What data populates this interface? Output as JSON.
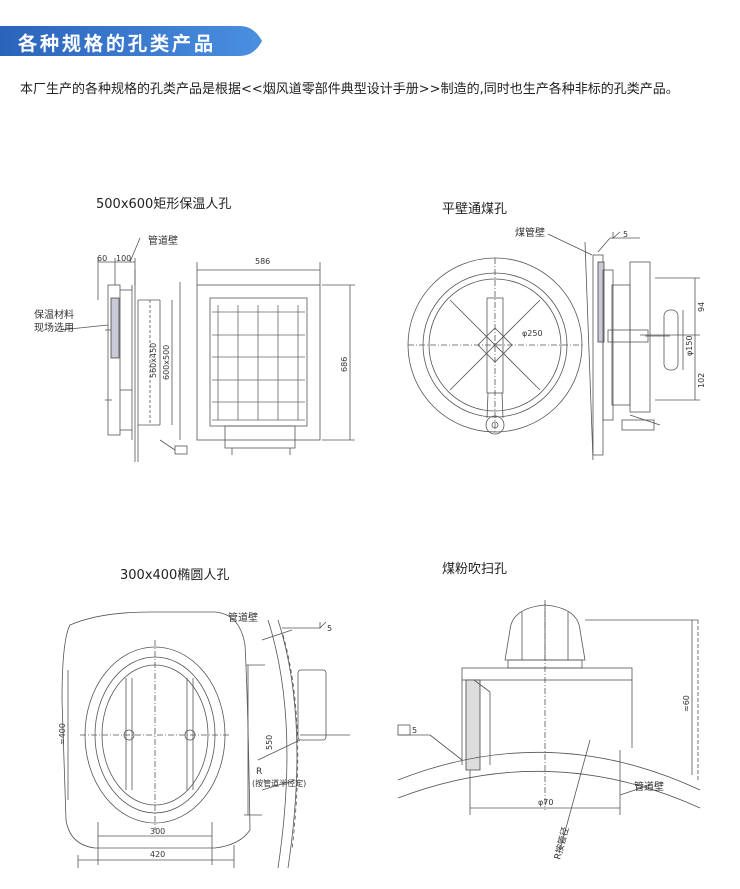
{
  "header": {
    "title": "各种规格的孔类产品",
    "bg_color": "#2f6fc4"
  },
  "intro": {
    "text": "本厂生产的各种规格的孔类产品是根据<<烟风道零部件典型设计手册>>制造的,同时也生产各种非标的孔类产品。"
  },
  "fig1": {
    "caption": "500x600矩形保温人孔",
    "wall_label": "管道壁",
    "insulation_label1": "保温材料",
    "insulation_label2": "现场选用",
    "d_60": "60",
    "d_100": "100",
    "d_586": "586",
    "d_686": "686",
    "d_560x450": "560x450",
    "d_600x500": "600x500"
  },
  "fig2": {
    "caption": "平壁通煤孔",
    "wall_label": "煤管壁",
    "weld": "5",
    "d_250": "φ250",
    "d_150": "φ150",
    "d_94": "94",
    "d_102": "102"
  },
  "fig3": {
    "caption": "300x400椭圆人孔",
    "wall_label": "管道壁",
    "weld": "5",
    "d_400": "≈400",
    "d_550": "550",
    "d_300": "300",
    "d_420": "420",
    "r_label": "R",
    "r_note": "(按管道半径定)"
  },
  "fig4": {
    "caption": "煤粉吹扫孔",
    "weld": "5",
    "d_60": "≈60",
    "d_70": "φ70",
    "wall_label": "管道壁",
    "r_label": "R按管径"
  }
}
